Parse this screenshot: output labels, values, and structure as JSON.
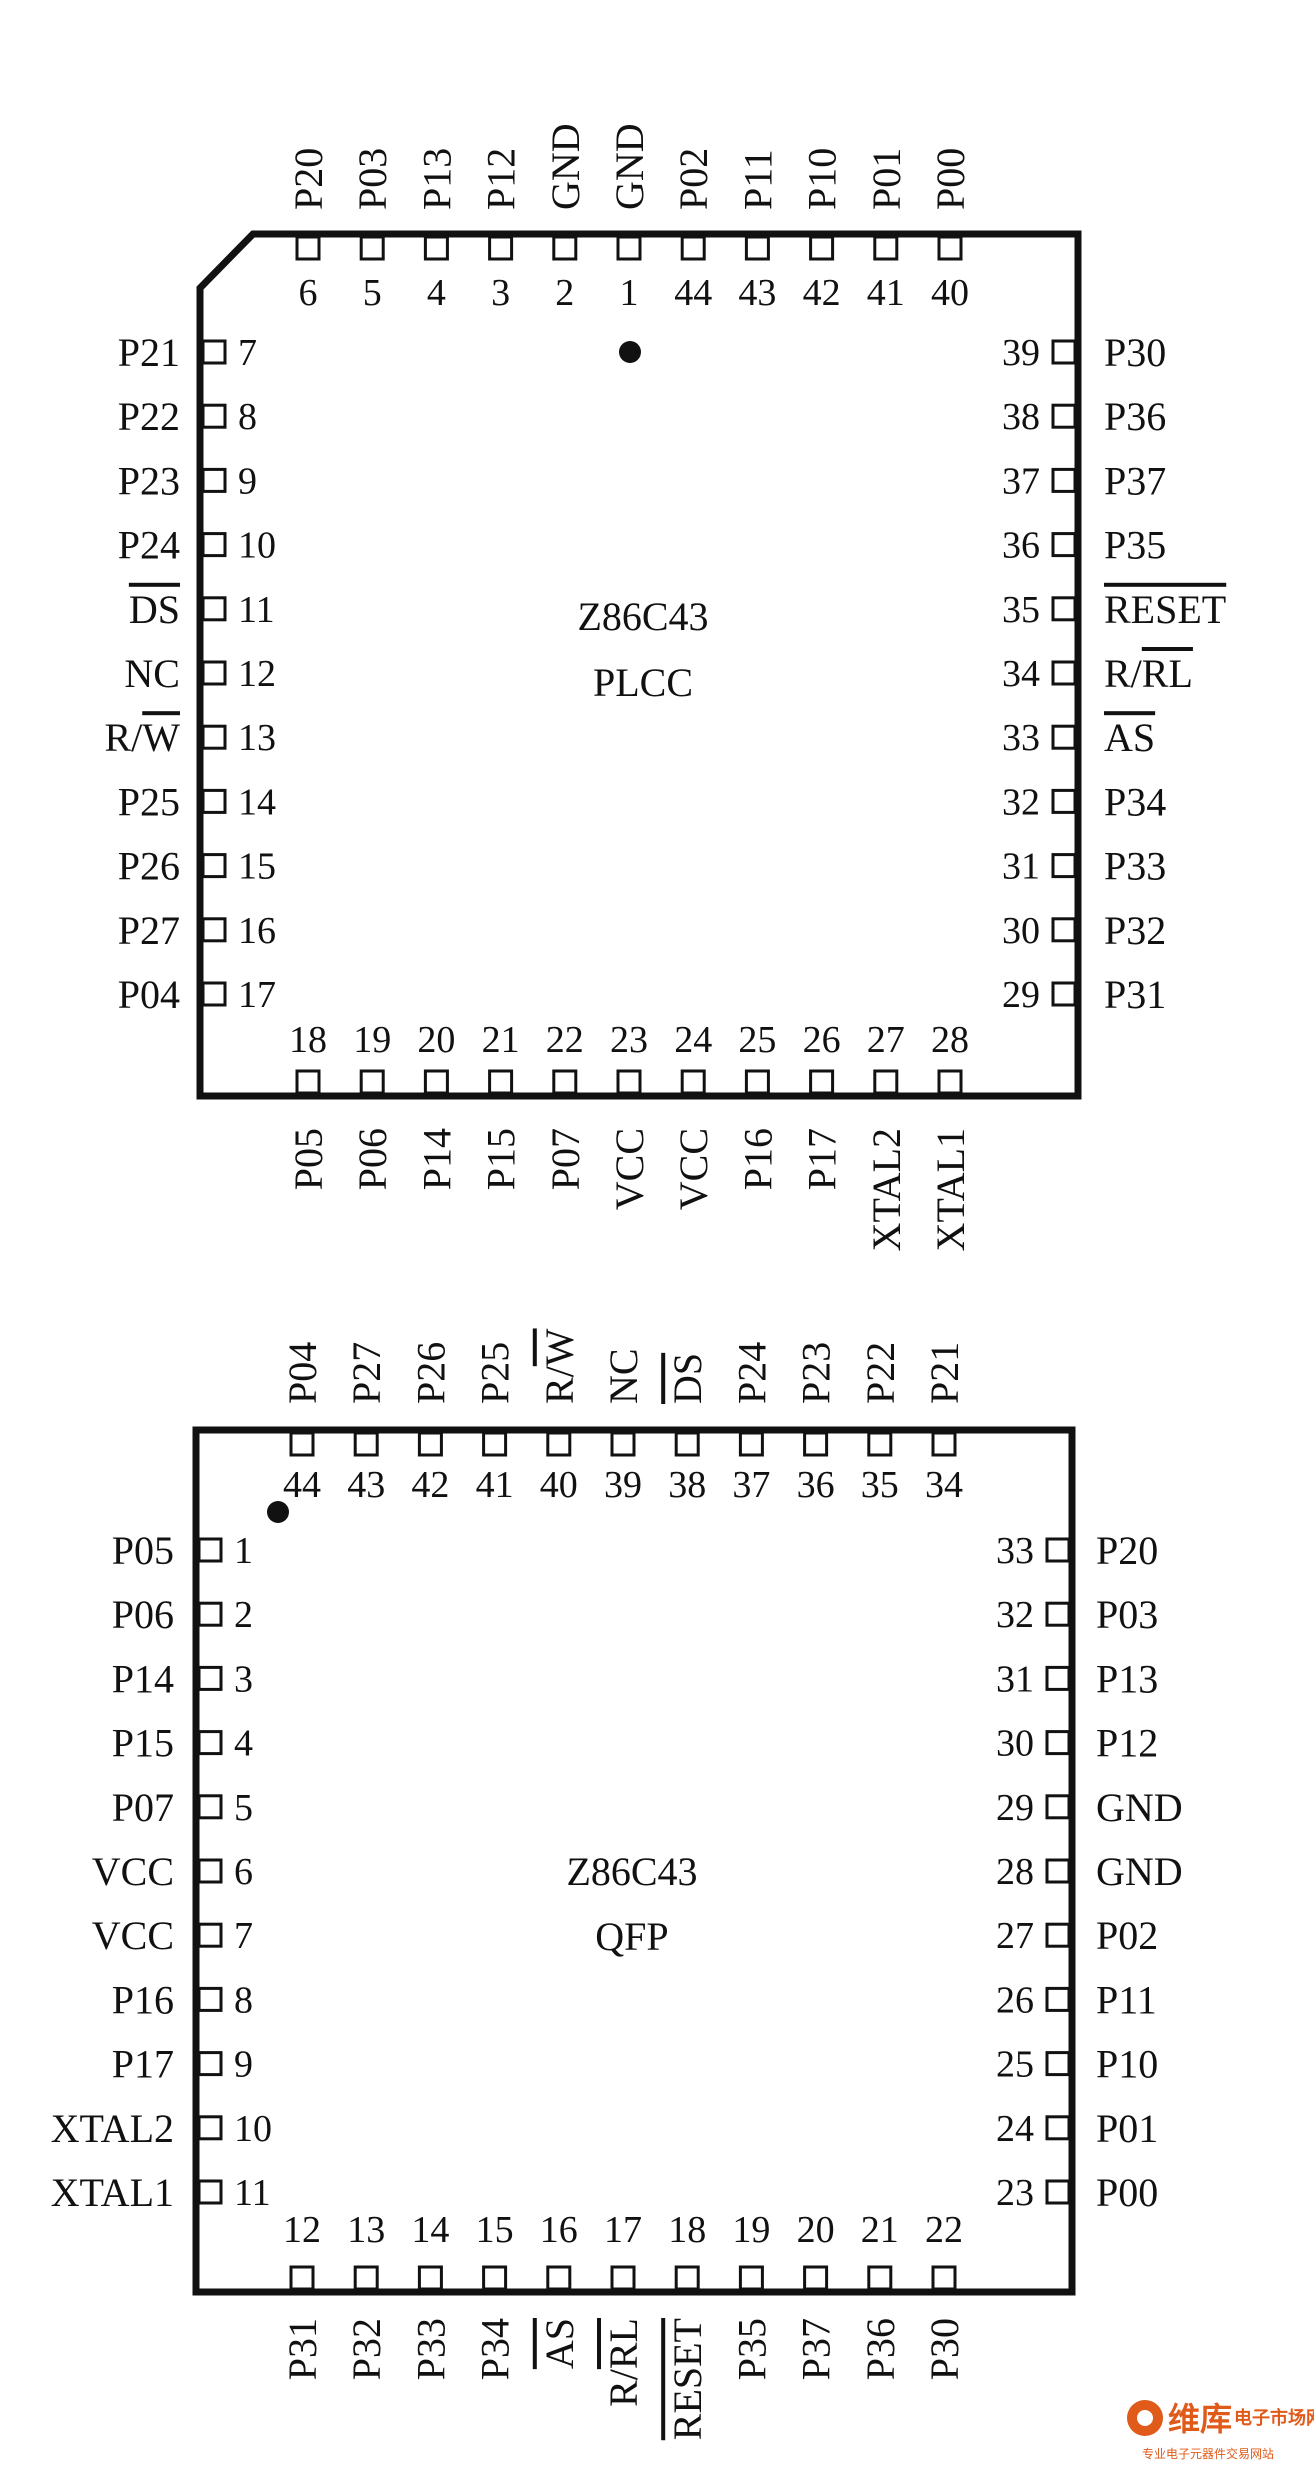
{
  "colors": {
    "ink": "#111111",
    "background": "#ffffff",
    "watermark": "#e05a1a"
  },
  "plcc": {
    "part": "Z86C43",
    "package": "PLCC",
    "top": {
      "labels": [
        "P20",
        "P03",
        "P13",
        "P12",
        "GND",
        "GND",
        "P02",
        "P11",
        "P10",
        "P01",
        "P00"
      ],
      "numbers": [
        "6",
        "5",
        "4",
        "3",
        "2",
        "1",
        "44",
        "43",
        "42",
        "41",
        "40"
      ]
    },
    "left": {
      "labels": [
        "P21",
        "P22",
        "P23",
        "P24",
        "DS",
        "NC",
        "R/W",
        "P25",
        "P26",
        "P27",
        "P04"
      ],
      "numbers": [
        "7",
        "8",
        "9",
        "10",
        "11",
        "12",
        "13",
        "14",
        "15",
        "16",
        "17"
      ]
    },
    "right": {
      "labels": [
        "P30",
        "P36",
        "P37",
        "P35",
        "RESET",
        "R/RL",
        "AS",
        "P34",
        "P33",
        "P32",
        "P31"
      ],
      "numbers": [
        "39",
        "38",
        "37",
        "36",
        "35",
        "34",
        "33",
        "32",
        "31",
        "30",
        "29"
      ]
    },
    "bottom": {
      "labels": [
        "P05",
        "P06",
        "P14",
        "P15",
        "P07",
        "VCC",
        "VCC",
        "P16",
        "P17",
        "XTAL2",
        "XTAL1"
      ],
      "numbers": [
        "18",
        "19",
        "20",
        "21",
        "22",
        "23",
        "24",
        "25",
        "26",
        "27",
        "28"
      ]
    }
  },
  "qfp": {
    "part": "Z86C43",
    "package": "QFP",
    "top": {
      "labels": [
        "P04",
        "P27",
        "P26",
        "P25",
        "R/W",
        "NC",
        "DS",
        "P24",
        "P23",
        "P22",
        "P21"
      ],
      "numbers": [
        "44",
        "43",
        "42",
        "41",
        "40",
        "39",
        "38",
        "37",
        "36",
        "35",
        "34"
      ]
    },
    "left": {
      "labels": [
        "P05",
        "P06",
        "P14",
        "P15",
        "P07",
        "VCC",
        "VCC",
        "P16",
        "P17",
        "XTAL2",
        "XTAL1"
      ],
      "numbers": [
        "1",
        "2",
        "3",
        "4",
        "5",
        "6",
        "7",
        "8",
        "9",
        "10",
        "11"
      ]
    },
    "right": {
      "labels": [
        "P20",
        "P03",
        "P13",
        "P12",
        "GND",
        "GND",
        "P02",
        "P11",
        "P10",
        "P01",
        "P00"
      ],
      "numbers": [
        "33",
        "32",
        "31",
        "30",
        "29",
        "28",
        "27",
        "26",
        "25",
        "24",
        "23"
      ]
    },
    "bottom": {
      "labels": [
        "P31",
        "P32",
        "P33",
        "P34",
        "AS",
        "R/RL",
        "RESET",
        "P35",
        "P37",
        "P36",
        "P30"
      ],
      "numbers": [
        "12",
        "13",
        "14",
        "15",
        "16",
        "17",
        "18",
        "19",
        "20",
        "21",
        "22"
      ]
    }
  },
  "watermark": {
    "brand": "维库",
    "tagline": "电子市场网",
    "sub": "专业电子元器件交易网站"
  }
}
